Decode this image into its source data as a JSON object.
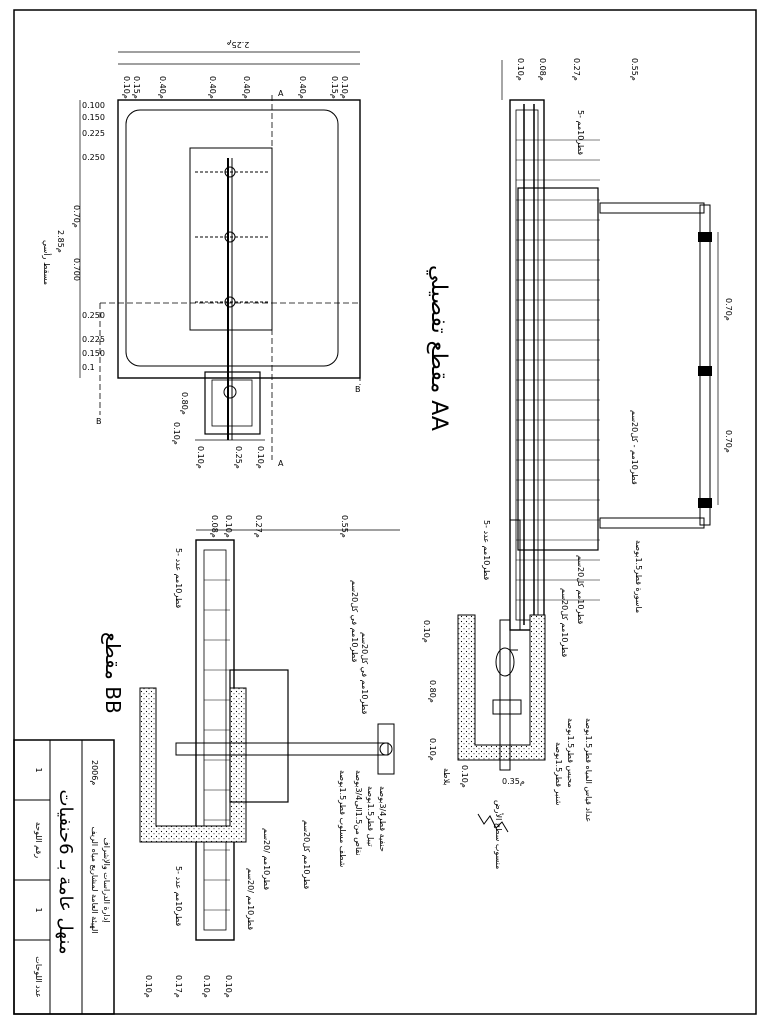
{
  "plan_dims_top": [
    "2.25م",
    "0.10م",
    "0.15م",
    "0.40م",
    "0.40م",
    "0.15م",
    "0.10م",
    "0.40م",
    "0.40م"
  ],
  "plan_dims_left": [
    "0.100",
    "0.150",
    "0.225",
    "0.250",
    "0.70م",
    "0.700",
    "0.250",
    "0.225",
    "0.150",
    "0.1"
  ],
  "plan_overall": "2.85م",
  "plan_note": "مسقط رأسي",
  "plan_dims_bottom": [
    "0.10م",
    "0.25م",
    "0.10م"
  ],
  "plan_dims_small": [
    "0.80م",
    "0.10م"
  ],
  "section_marks": [
    "A",
    "A",
    "B",
    "B"
  ],
  "aa_title": "مقطع تفصيلي AA",
  "aa_dims_top": [
    "0.10م",
    "0.08م",
    "0.27م",
    "0.55م"
  ],
  "aa_dims_right": [
    "0.70م",
    "0.70م"
  ],
  "aa_rebar_top": "5- قطر10مم",
  "aa_rebar_mesh": "قطر10مم - كل20سم",
  "aa_rebar_low1": "قطر10مم كل20سم",
  "aa_rebar_low2": "قطر10مم كل20سم",
  "aa_rebar_low3": "5- قطر10مم عدد",
  "aa_pipe": "ماسورة قطر1.5بوصة",
  "aa_chamber_dims": [
    "0.10م",
    "0.80م",
    "0.10م",
    "0.10م",
    "0.35م"
  ],
  "aa_valve_labels": [
    "عداد قياس المياه قطر1.5بوصة",
    "محبس قطر1.5بوصة",
    "شنبر قطر1.5بوصة",
    "بلاطة"
  ],
  "aa_ground": "منسوب سطح الأرض",
  "bb_title": "مقطع BB",
  "bb_dims_top": [
    "0.10م",
    "0.08م",
    "0.27م",
    "0.55م"
  ],
  "bb_rebar1": "قطر10مم في كل20سم",
  "bb_rebar2": "قطر10مم في كل20سم",
  "bb_rebar3": "قطر10مم كل20سم",
  "bb_rebar4": "قطر10مم /20سم",
  "bb_rebar5": "قطر10مم /20سم",
  "bb_rebar6": "5- قطر10مم عدد",
  "bb_rebar7": "5- قطر10مم عدد",
  "bb_fittings": [
    "حنفية قطر3/4بوصة",
    "تيبل قطر1.5بوصة",
    "نقاص من1.5الى3/4بوصة",
    "شطف مسلوب قطر1.5بوصة"
  ],
  "bb_dims_bottom": [
    "0.10م",
    "0.17م",
    "0.10م",
    "0.10م"
  ],
  "tb_org": "الهيئة العامة لمشاريع مياه الريف",
  "tb_dept": "إدارة الدراسات والإشراف",
  "tb_date": "2006م",
  "tb_project": "منهل عامة بـ 6حنفيات",
  "tb_sheet_no_label": "رقم اللوحة",
  "tb_sheet_no": "1",
  "tb_sheets_count_label": "عدد اللوحات",
  "tb_sheets_count": "1"
}
